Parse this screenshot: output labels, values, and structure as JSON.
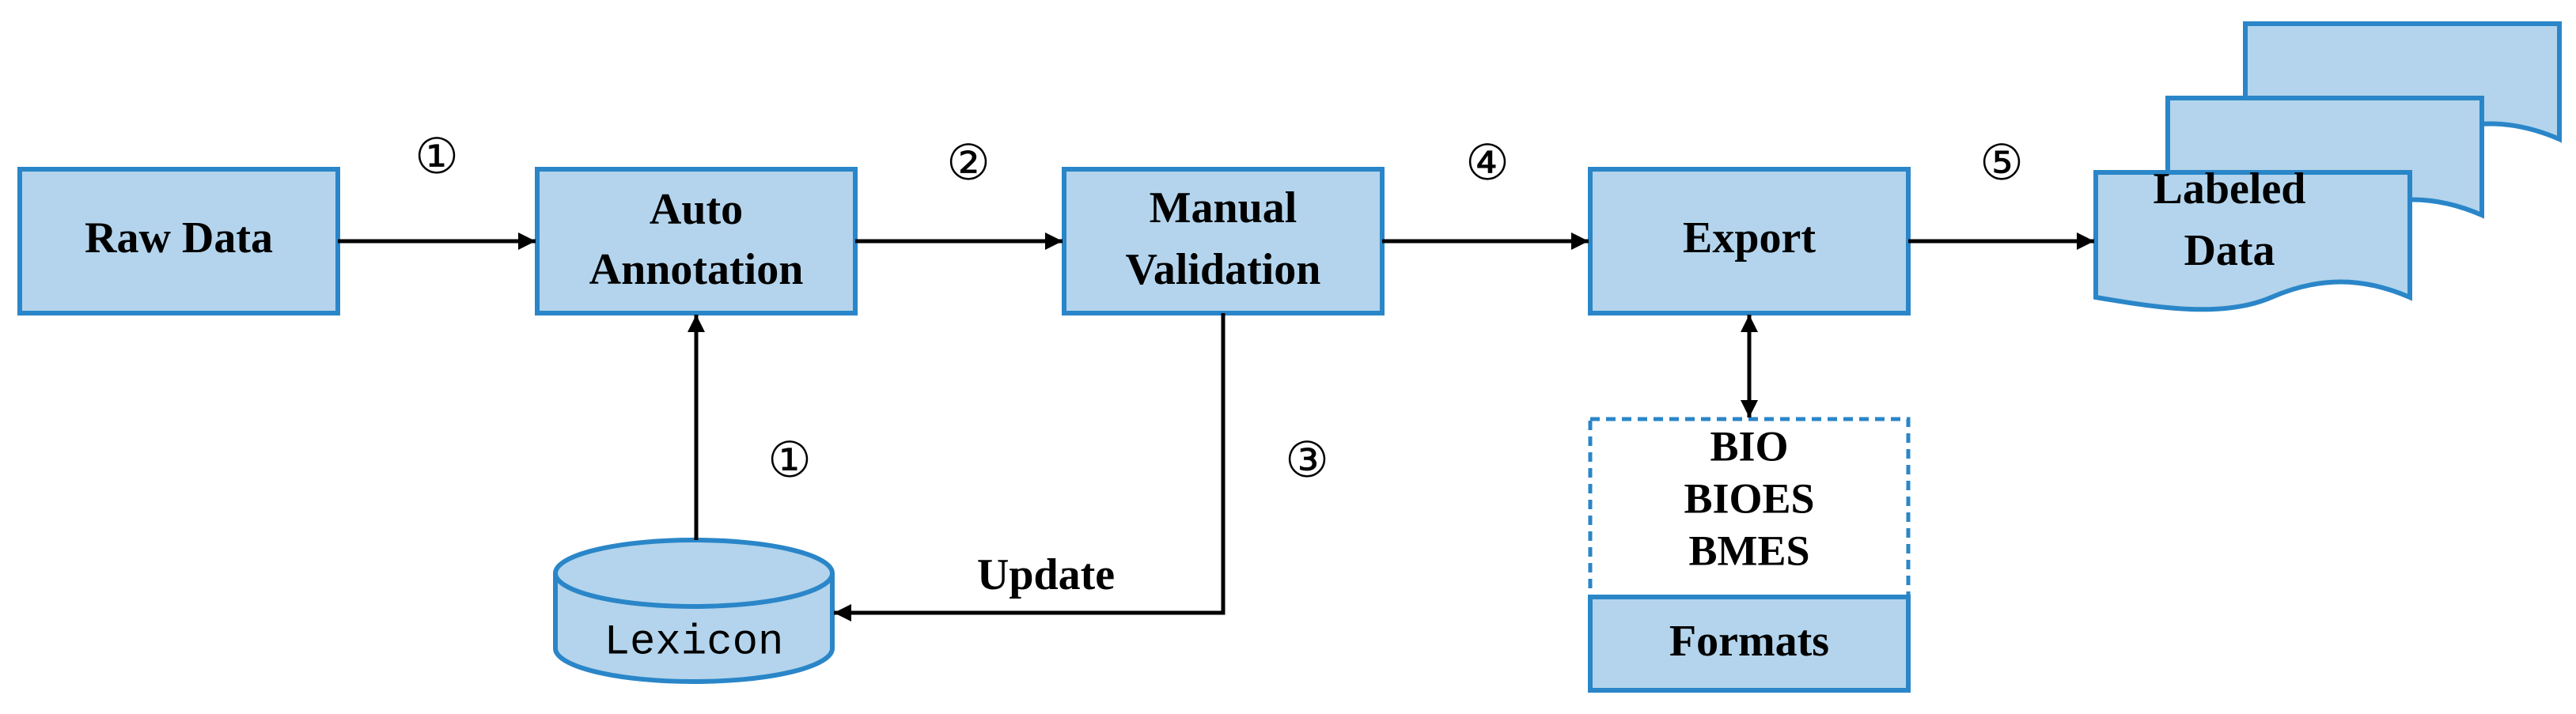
{
  "colors": {
    "box_fill": "#b3d4ec",
    "box_stroke": "#2a86c8",
    "line": "#000000"
  },
  "nodes": {
    "raw_data": "Raw Data",
    "auto_annotation": [
      "Auto",
      "Annotation"
    ],
    "manual_validation": [
      "Manual",
      "Validation"
    ],
    "export": "Export",
    "labeled_data": [
      "Labeled",
      "Data"
    ],
    "lexicon": "Lexicon",
    "formats_title": "Formats",
    "formats_items": [
      "BIO",
      "BIOES",
      "BMES"
    ]
  },
  "edges": {
    "step1_top": "①",
    "step2": "②",
    "step4": "④",
    "step5": "⑤",
    "step1_lexicon": "①",
    "step3": "③",
    "update": "Update"
  }
}
